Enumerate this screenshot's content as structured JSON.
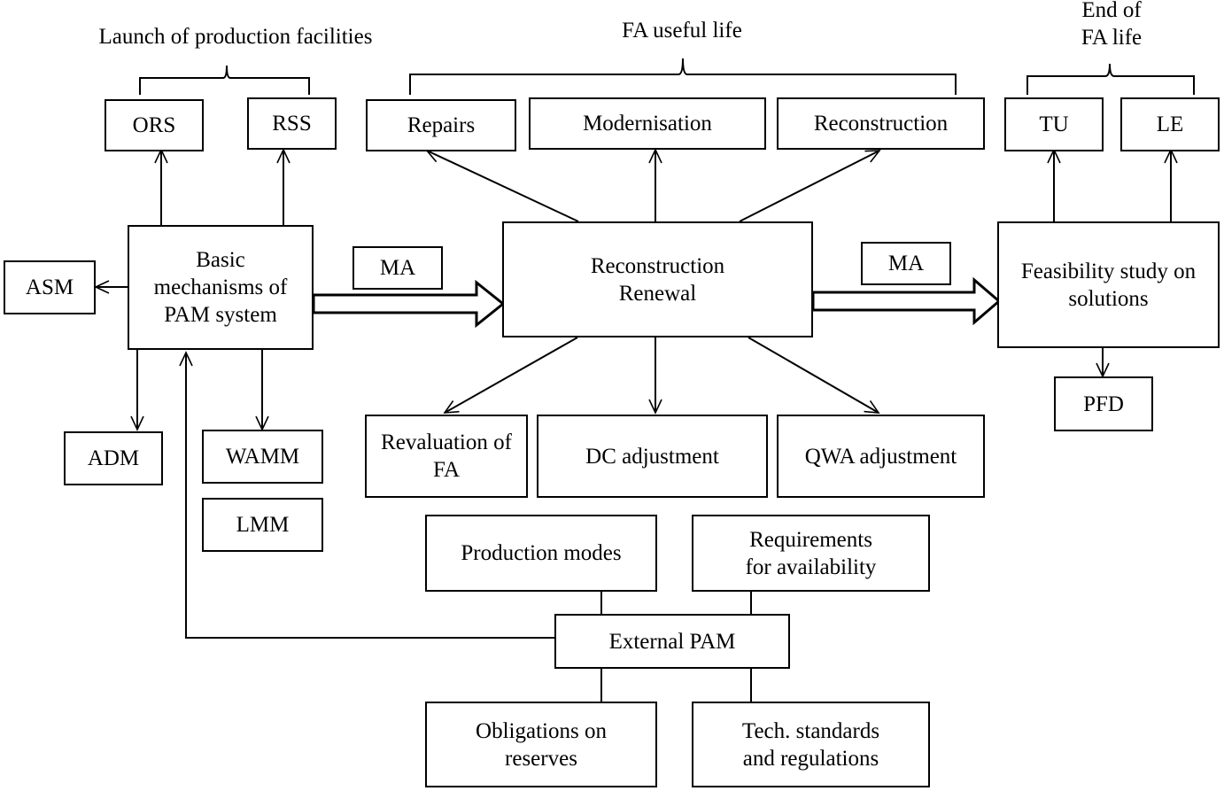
{
  "groups": {
    "launch": "Launch of production facilities",
    "useful_life": "FA useful life",
    "end_of_life": "End of\nFA life"
  },
  "nodes": {
    "ors": "ORS",
    "rss": "RSS",
    "repairs": "Repairs",
    "modernisation": "Modernisation",
    "reconstruction": "Reconstruction",
    "tu": "TU",
    "le": "LE",
    "asm": "ASM",
    "basic": "Basic\nmechanisms of\nPAM system",
    "ma_left": "MA",
    "recon_renewal": "Reconstruction\nRenewal",
    "ma_right": "MA",
    "feasibility": "Feasibility study on\nsolutions",
    "pfd": "PFD",
    "adm": "ADM",
    "wamm": "WAMM",
    "lmm": "LMM",
    "revaluation": "Revaluation of\nFA",
    "dc_adjustment": "DC adjustment",
    "qwa_adjustment": "QWA adjustment",
    "production_modes": "Production modes",
    "requirements": "Requirements\nfor availability",
    "external_pam": "External PAM",
    "obligations": "Obligations on\nreserves",
    "tech_standards": "Tech. standards\nand regulations"
  }
}
